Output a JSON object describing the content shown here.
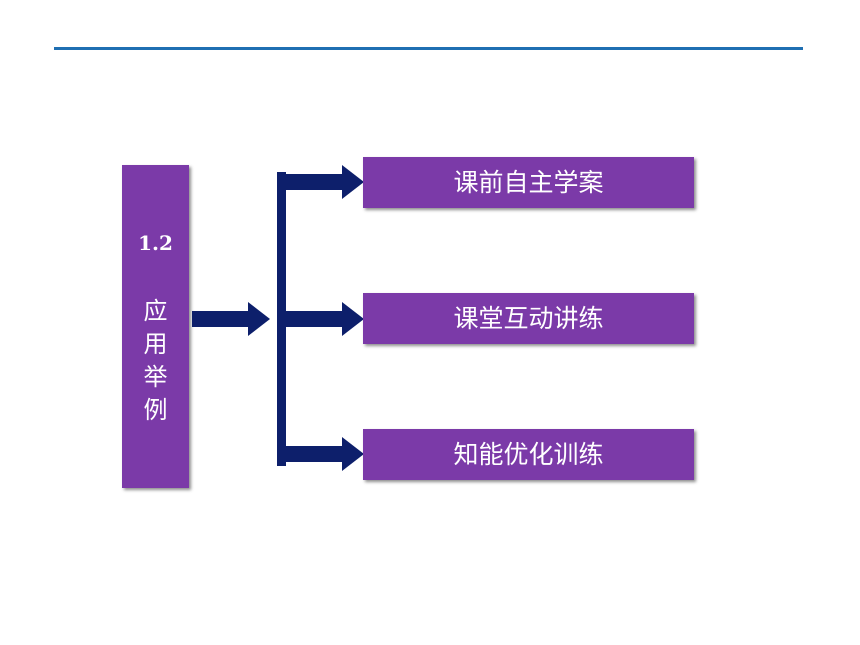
{
  "slide": {
    "section_number": "1.2",
    "section_title": "应用举例",
    "items": [
      {
        "label": "课前自主学案"
      },
      {
        "label": "课堂互动讲练"
      },
      {
        "label": "知能优化训练"
      }
    ]
  },
  "colors": {
    "rule": "#1f6fb2",
    "box": "#7b3aa8",
    "arrow": "#0d1f6b",
    "text": "#ffffff"
  },
  "icons": {
    "main_arrow": "right-arrow-icon",
    "branch_arrows": "right-arrow-icon"
  }
}
